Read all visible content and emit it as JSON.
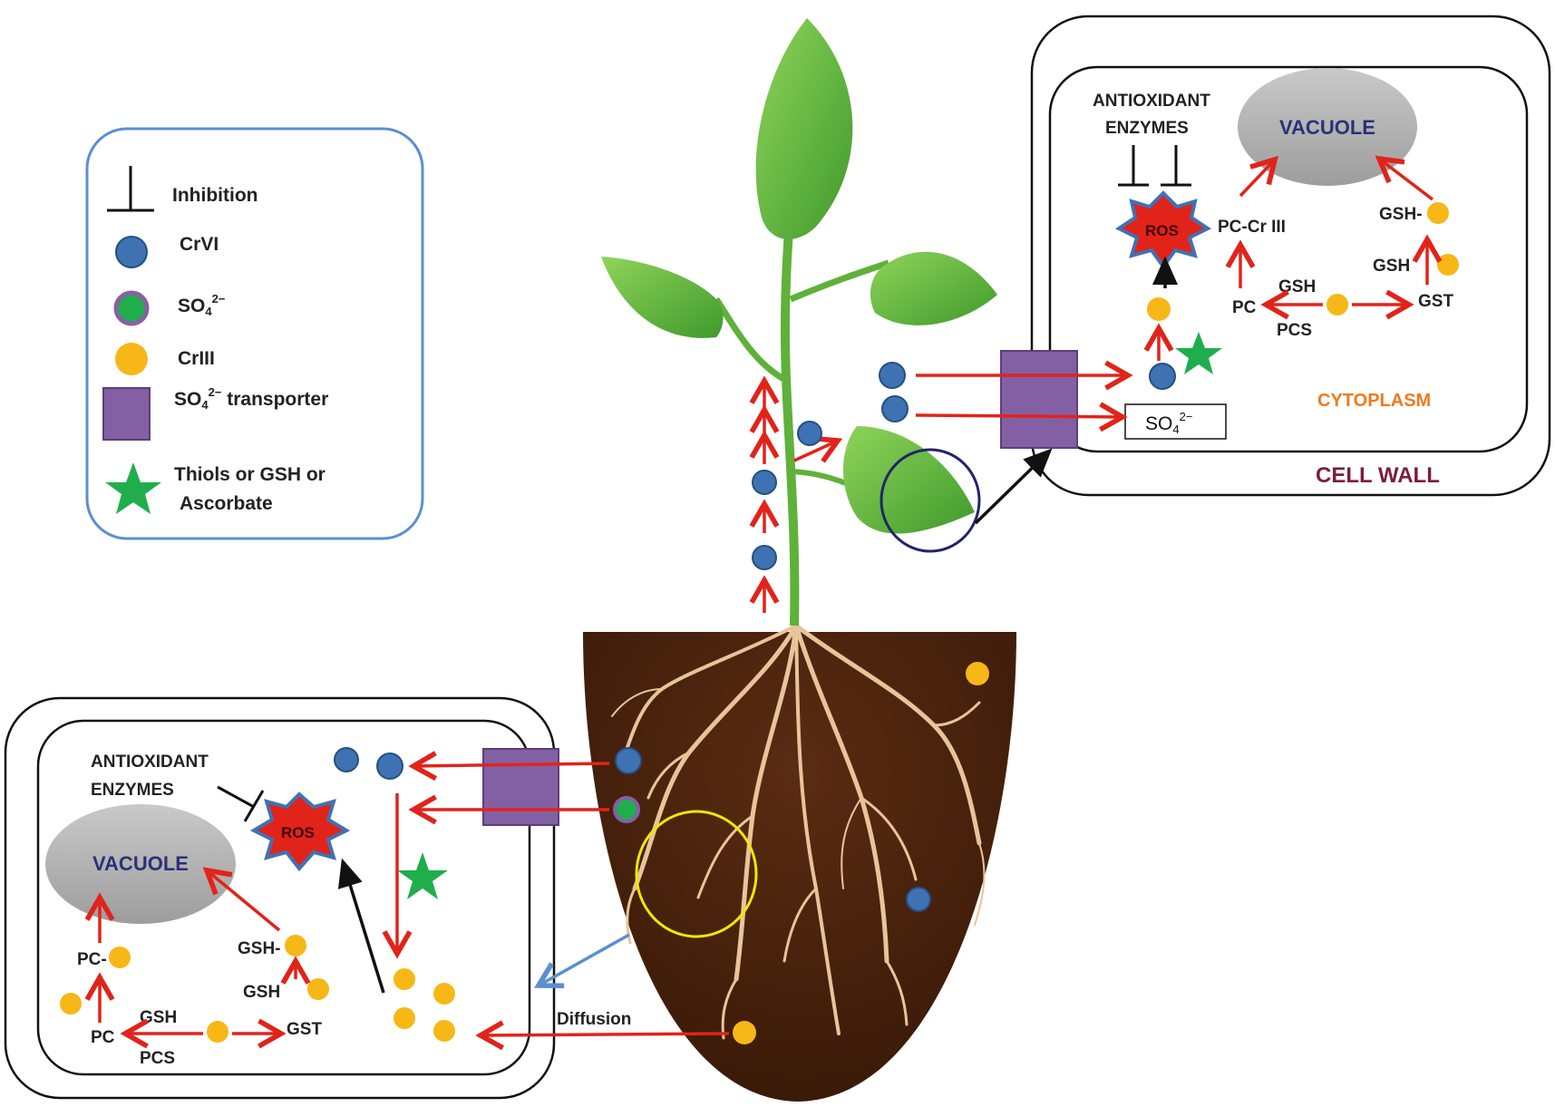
{
  "legend": {
    "inhibition": "Inhibition",
    "crvi": "CrVI",
    "sulfate_base": "SO",
    "sulfate_sub": "4",
    "sulfate_sup": "2−",
    "criii": "CrIII",
    "transporter_base": "SO",
    "transporter_sub": "4",
    "transporter_sup": "2−",
    "transporter_suffix": " transporter",
    "thiols_line1": "Thiols or GSH or",
    "thiols_line2": "Ascorbate"
  },
  "leaf_cell": {
    "antioxidant_line1": "ANTIOXIDANT",
    "antioxidant_line2": "ENZYMES",
    "vacuole": "VACUOLE",
    "ros": "ROS",
    "pc_criii": "PC-Cr III",
    "gsh_complex": "GSH-",
    "gsh_input": "GSH",
    "gsh_pathway": "GSH",
    "pc": "PC",
    "pcs": "PCS",
    "gst": "GST",
    "sulfate_base": "SO",
    "sulfate_sub": "4",
    "sulfate_sup": "2−",
    "cytoplasm": "CYTOPLASM",
    "cell_wall": "CELL WALL"
  },
  "root_cell": {
    "antioxidant_line1": "ANTIOXIDANT",
    "antioxidant_line2": "ENZYMES",
    "ros": "ROS",
    "vacuole": "VACUOLE",
    "pc_complex": "PC-",
    "gsh_complex": "GSH-",
    "gsh_input": "GSH",
    "gsh_pathway": "GSH",
    "pc": "PC",
    "pcs": "PCS",
    "gst": "GST",
    "diffusion": "Diffusion"
  },
  "colors": {
    "crvi": "#3f72b3",
    "criii": "#f7b717",
    "sulfate_ring": "#8a5ea6",
    "sulfate_core": "#1fae4b",
    "transporter": "#8360a3",
    "thiol_star": "#1fae4b",
    "arrow_red": "#e2231a",
    "vacuole_text": "#2d2f7a",
    "cytoplasm_text": "#f07a1e",
    "cell_wall_text": "#7a1e3c",
    "legend_border": "#5b8fd0",
    "soil": "#4a2310"
  }
}
